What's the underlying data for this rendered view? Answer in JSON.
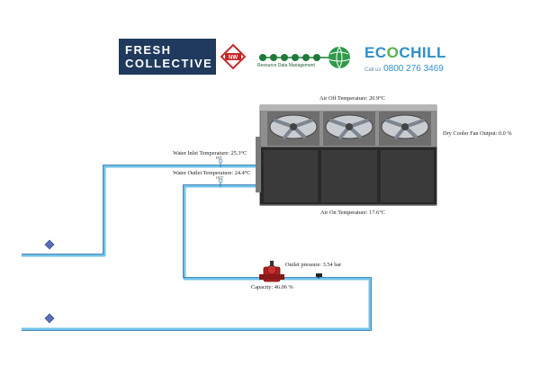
{
  "logos": {
    "fresh_collective_line1": "FRESH",
    "fresh_collective_line2": "COLLECTIVE",
    "rdm_text": "Resource Data Management",
    "ecochill_eco": "EC",
    "ecochill_o": "O",
    "ecochill_chill": "CHILL",
    "ecochill_call_prefix": "Call us",
    "ecochill_phone": "0800 276 3469"
  },
  "readings": {
    "air_off": "Air Off Temperature: 20.9°C",
    "air_on": "Air On Temperature: 17.6°C",
    "fan_output": "Dry Cooler Fan Output: 0.0 %",
    "water_inlet": "Water Inlet Temperature: 25.3°C",
    "water_outlet": "Water Outlet Temperature: 24.4°C",
    "outlet_pressure": "Outlet pressure: 3.54 bar",
    "capacity": "Capacity: 46.06 %",
    "sensor_inlet_tag": "INT",
    "sensor_outlet_tag": "OUT"
  },
  "colors": {
    "pipe": "#6fc3ea",
    "pump": "#b02020",
    "fresh_bg": "#1f3a5c",
    "eco_blue": "#2e8fc8",
    "eco_green": "#59b24b"
  }
}
